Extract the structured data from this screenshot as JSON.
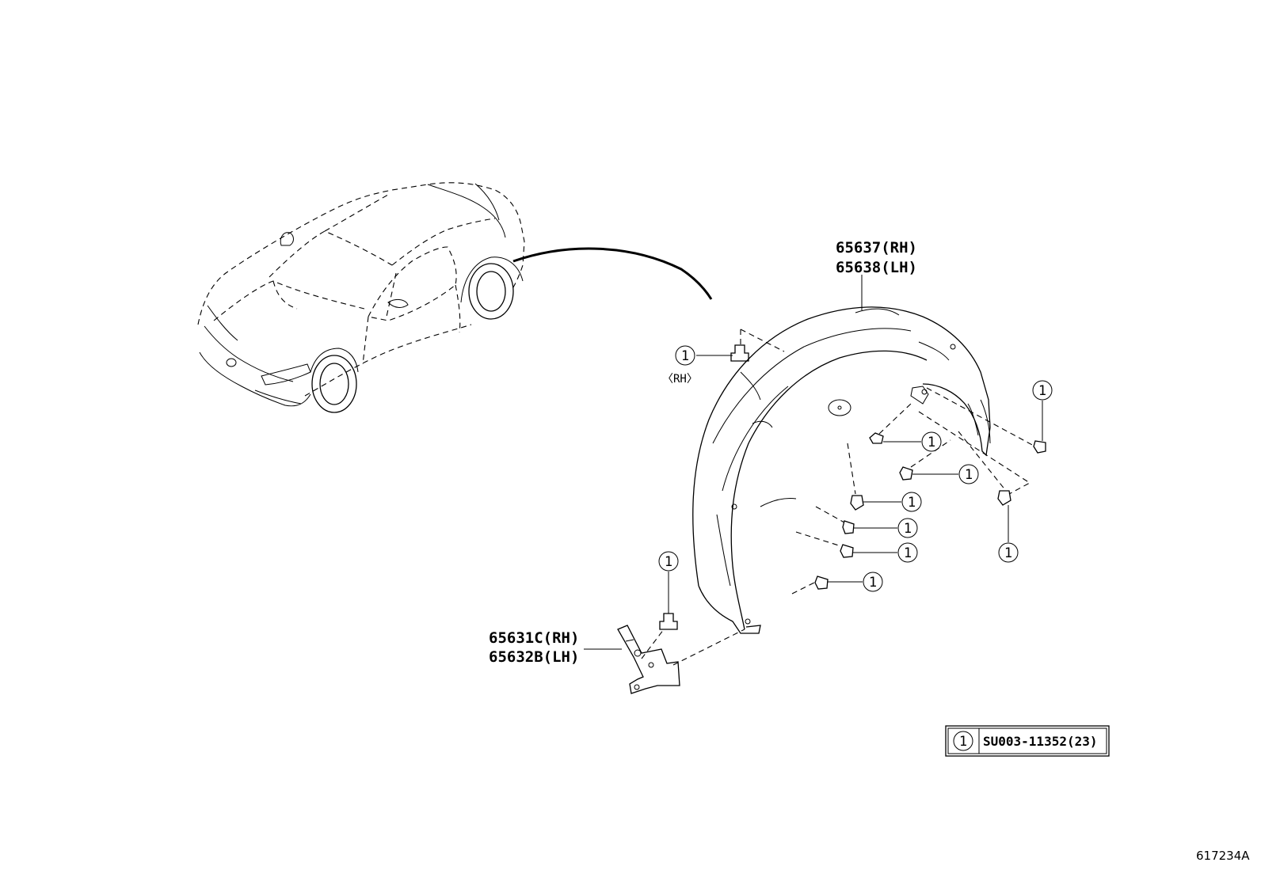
{
  "parts": {
    "liner_rh": "65637(RH)",
    "liner_lh": "65638(LH)",
    "bracket_rh": "65631C(RH)",
    "bracket_lh": "65632B(LH)",
    "rh_note": "〈RH〉"
  },
  "callout_number": "1",
  "legend": {
    "number": "1",
    "part_number": "SU003-11352(23)"
  },
  "figure_id": "617234A"
}
